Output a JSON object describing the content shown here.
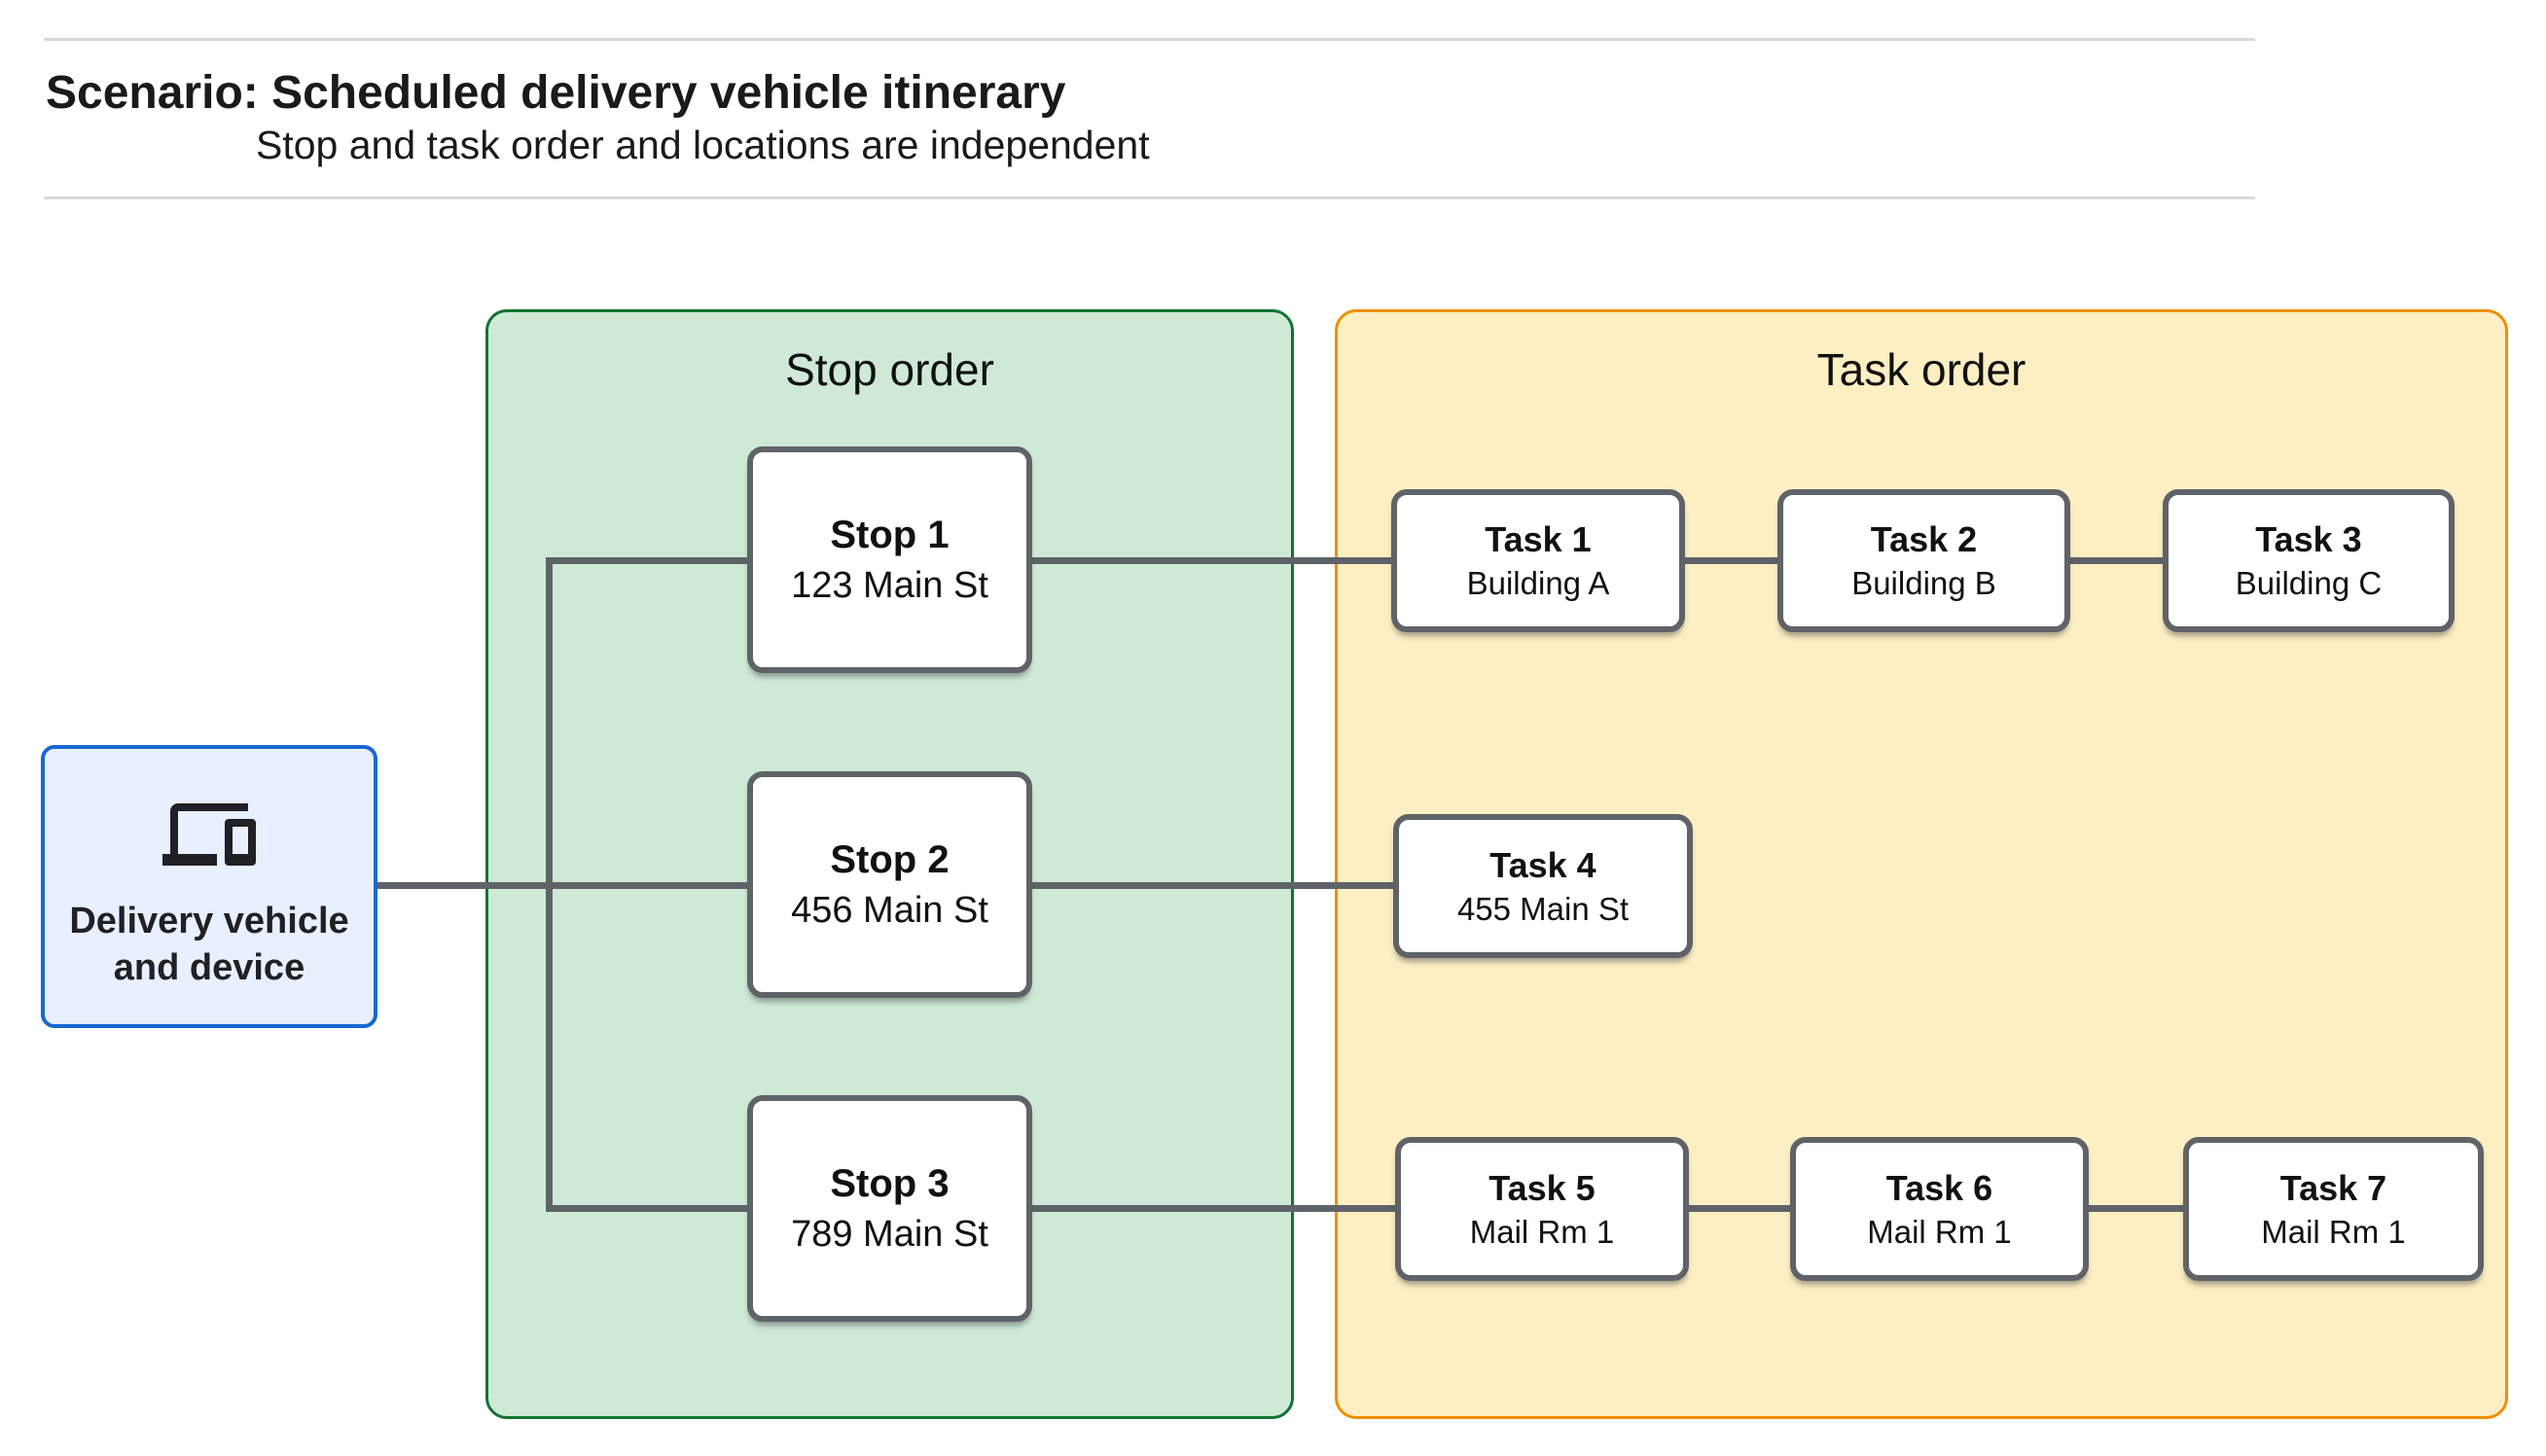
{
  "header": {
    "title": "Scenario: Scheduled delivery vehicle itinerary",
    "subtitle": "Stop and task order and locations are independent"
  },
  "delivery": {
    "label_line1": "Delivery vehicle",
    "label_line2": "and device",
    "icon": "devices-icon"
  },
  "panels": {
    "stop_order": {
      "title": "Stop order"
    },
    "task_order": {
      "title": "Task order"
    }
  },
  "stops": [
    {
      "title": "Stop 1",
      "subtitle": "123 Main St"
    },
    {
      "title": "Stop 2",
      "subtitle": "456 Main St"
    },
    {
      "title": "Stop 3",
      "subtitle": "789 Main St"
    }
  ],
  "tasks": [
    {
      "title": "Task 1",
      "subtitle": "Building A"
    },
    {
      "title": "Task 2",
      "subtitle": "Building B"
    },
    {
      "title": "Task 3",
      "subtitle": "Building C"
    },
    {
      "title": "Task 4",
      "subtitle": "455 Main St"
    },
    {
      "title": "Task 5",
      "subtitle": "Mail Rm 1"
    },
    {
      "title": "Task 6",
      "subtitle": "Mail Rm 1"
    },
    {
      "title": "Task 7",
      "subtitle": "Mail Rm 1"
    }
  ],
  "colors": {
    "stop_panel_fill": "#ceead6",
    "stop_panel_border": "#137333",
    "task_panel_fill": "#fdefc3",
    "task_panel_border": "#ee8f00",
    "delivery_fill": "#e8f0fe",
    "delivery_border": "#1967d2",
    "connector": "#5f6368",
    "hairline": "#d9d9d9"
  }
}
